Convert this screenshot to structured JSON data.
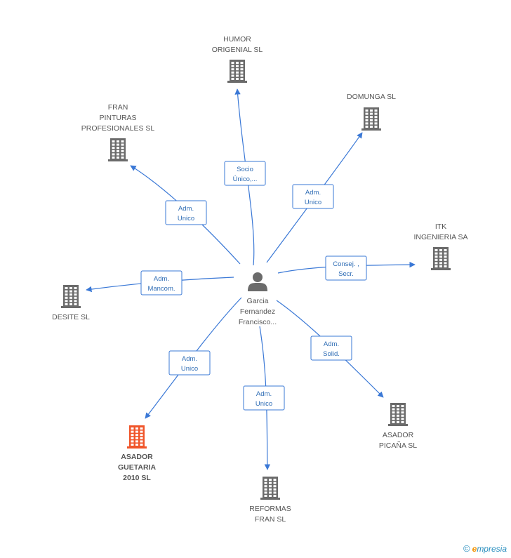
{
  "center": {
    "id": "center",
    "label_lines": [
      "Garcia",
      "Fernandez",
      "Francisco..."
    ]
  },
  "companies": [
    {
      "id": "humor",
      "label_lines": [
        "HUMOR",
        "ORIGENIAL SL"
      ],
      "highlight": false
    },
    {
      "id": "domunga",
      "label_lines": [
        "DOMUNGA SL"
      ],
      "highlight": false
    },
    {
      "id": "fran",
      "label_lines": [
        "FRAN",
        "PINTURAS",
        "PROFESIONALES SL"
      ],
      "highlight": false
    },
    {
      "id": "itk",
      "label_lines": [
        "ITK",
        "INGENIERIA SA"
      ],
      "highlight": false
    },
    {
      "id": "desite",
      "label_lines": [
        "DESITE SL"
      ],
      "highlight": false
    },
    {
      "id": "picana",
      "label_lines": [
        "ASADOR",
        "PICAÑA SL"
      ],
      "highlight": false
    },
    {
      "id": "guetaria",
      "label_lines": [
        "ASADOR",
        "GUETARIA",
        "2010 SL"
      ],
      "highlight": true
    },
    {
      "id": "reformas",
      "label_lines": [
        "REFORMAS",
        "FRAN SL"
      ],
      "highlight": false
    }
  ],
  "edges": [
    {
      "to": "humor",
      "label_lines": [
        "Socio",
        "Único,..."
      ]
    },
    {
      "to": "domunga",
      "label_lines": [
        "Adm.",
        "Unico"
      ]
    },
    {
      "to": "fran",
      "label_lines": [
        "Adm.",
        "Unico"
      ]
    },
    {
      "to": "itk",
      "label_lines": [
        "Consej. ,",
        "Secr."
      ]
    },
    {
      "to": "desite",
      "label_lines": [
        "Adm.",
        "Mancom."
      ]
    },
    {
      "to": "picana",
      "label_lines": [
        "Adm.",
        "Solid."
      ]
    },
    {
      "to": "guetaria",
      "label_lines": [
        "Adm.",
        "Unico"
      ]
    },
    {
      "to": "reformas",
      "label_lines": [
        "Adm.",
        "Unico"
      ]
    }
  ],
  "colors": {
    "edge": "#3a78d6",
    "building": "#6b6b6b",
    "building_highlight": "#f0552a",
    "person": "#6b6b6b",
    "edge_label_border": "#3a78d6",
    "edge_label_text": "#2f6db5"
  },
  "icons": {
    "company": "building-icon",
    "person": "person-icon"
  },
  "brand": {
    "copyright": "©",
    "initial": "e",
    "rest": "mpresia"
  }
}
